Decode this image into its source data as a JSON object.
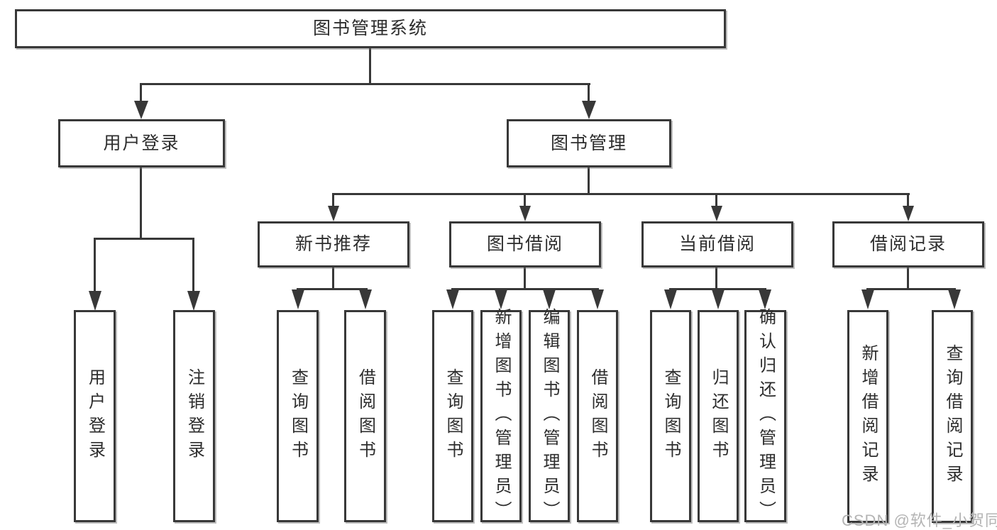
{
  "tree": {
    "root": {
      "label": "图书管理系统",
      "children": [
        {
          "label": "用户登录",
          "children": [
            {
              "label": "用户登录"
            },
            {
              "label": "注销登录"
            }
          ]
        },
        {
          "label": "图书管理",
          "children": [
            {
              "label": "新书推荐",
              "children": [
                {
                  "label": "查询图书"
                },
                {
                  "label": "借阅图书"
                }
              ]
            },
            {
              "label": "图书借阅",
              "children": [
                {
                  "label": "查询图书"
                },
                {
                  "label": "新增图书（管理员）"
                },
                {
                  "label": "编辑图书（管理员）"
                },
                {
                  "label": "借阅图书"
                }
              ]
            },
            {
              "label": "当前借阅",
              "children": [
                {
                  "label": "查询图书"
                },
                {
                  "label": "归还图书"
                },
                {
                  "label": "确认归还（管理员）"
                }
              ]
            },
            {
              "label": "借阅记录",
              "children": [
                {
                  "label": "新增借阅记录"
                },
                {
                  "label": "查询借阅记录"
                }
              ]
            }
          ]
        }
      ]
    }
  },
  "watermark": {
    "text": "CSDN @软件_小贺同学"
  },
  "colors": {
    "line": "#383838",
    "text": "#2d2d2d",
    "watermark": "#b4b4b4",
    "background": "#ffffff"
  }
}
